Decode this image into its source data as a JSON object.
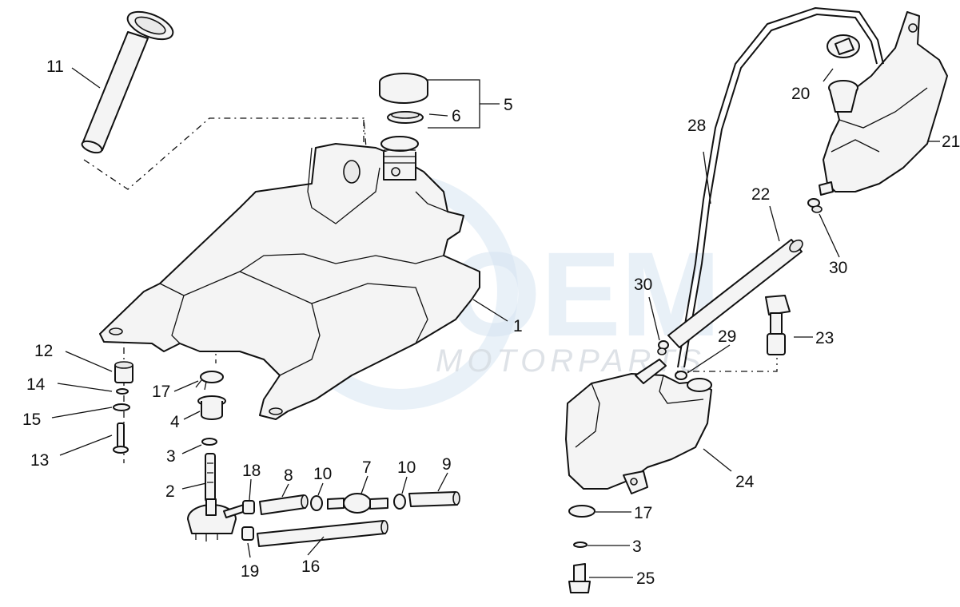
{
  "watermark": {
    "brand": "OEM",
    "sub": "MOTORPARTS"
  },
  "callouts": {
    "c1": "1",
    "c2": "2",
    "c3a": "3",
    "c3b": "3",
    "c4": "4",
    "c5": "5",
    "c6": "6",
    "c7": "7",
    "c8": "8",
    "c9": "9",
    "c10a": "10",
    "c10b": "10",
    "c11": "11",
    "c12": "12",
    "c13": "13",
    "c14": "14",
    "c15": "15",
    "c16": "16",
    "c17a": "17",
    "c17b": "17",
    "c18": "18",
    "c19": "19",
    "c20": "20",
    "c21": "21",
    "c22": "22",
    "c23": "23",
    "c24": "24",
    "c25": "25",
    "c28": "28",
    "c29": "29",
    "c30a": "30",
    "c30b": "30"
  },
  "colors": {
    "line": "#111111",
    "watermark": "#d6e4f2"
  }
}
